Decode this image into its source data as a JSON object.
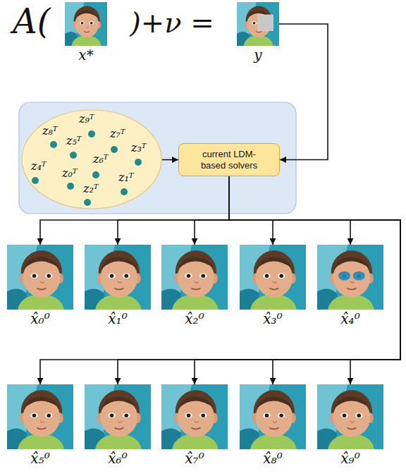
{
  "diagram": {
    "nodes": [
      {
        "text": [
          "x*"
        ]
      },
      {
        "text": [
          "y"
        ]
      },
      {
        "text": [
          "z₉ᵀ",
          "z₈ᵀ",
          "z₇ᵀ",
          "z₅ᵀ",
          "z₃ᵀ",
          "z₆ᵀ",
          "z₄ᵀ",
          "z₀ᵀ",
          "z₁ᵀ",
          "z₂ᵀ"
        ]
      },
      {
        "text": [
          "current LDM-based solvers"
        ]
      },
      {
        "text": [
          "x̂₀⁰"
        ]
      },
      {
        "text": [
          "x̂₁⁰"
        ]
      },
      {
        "text": [
          "x̂₂⁰"
        ]
      },
      {
        "text": [
          "x̂₃⁰"
        ]
      },
      {
        "text": [
          "x̂₄⁰"
        ]
      },
      {
        "text": [
          "x̂₅⁰"
        ]
      },
      {
        "text": [
          "x̂₆⁰"
        ]
      },
      {
        "text": [
          "x̂₇⁰"
        ]
      },
      {
        "text": [
          "x̂₈⁰"
        ]
      },
      {
        "text": [
          "x̂₉⁰"
        ]
      }
    ],
    "edges": [
      {
        "from": 1,
        "to": 3,
        "arrow": "to"
      },
      {
        "from": 2,
        "to": 3,
        "arrow": "to"
      },
      {
        "from": 3,
        "to": 4,
        "arrow": "to"
      },
      {
        "from": 3,
        "to": 5,
        "arrow": "to"
      },
      {
        "from": 3,
        "to": 6,
        "arrow": "to"
      },
      {
        "from": 3,
        "to": 7,
        "arrow": "to"
      },
      {
        "from": 3,
        "to": 8,
        "arrow": "to"
      },
      {
        "from": 3,
        "to": 9,
        "arrow": "to"
      },
      {
        "from": 3,
        "to": 10,
        "arrow": "to"
      },
      {
        "from": 3,
        "to": 11,
        "arrow": "to"
      },
      {
        "from": 3,
        "to": 12,
        "arrow": "to"
      },
      {
        "from": 3,
        "to": 13,
        "arrow": "to"
      }
    ],
    "labels": [
      "A(",
      ")+ν ="
    ]
  }
}
